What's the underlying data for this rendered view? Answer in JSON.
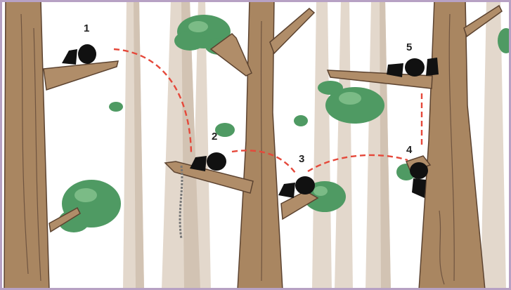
{
  "labels": {
    "s1": "1",
    "s2": "2",
    "s3": "3",
    "s4": "4",
    "s5": "5"
  },
  "colors": {
    "frame": "#b7a1c4",
    "path": "#e5483a",
    "trunk": "#a98661",
    "leaf": "#4f9a63",
    "silhouette": "#111111"
  }
}
